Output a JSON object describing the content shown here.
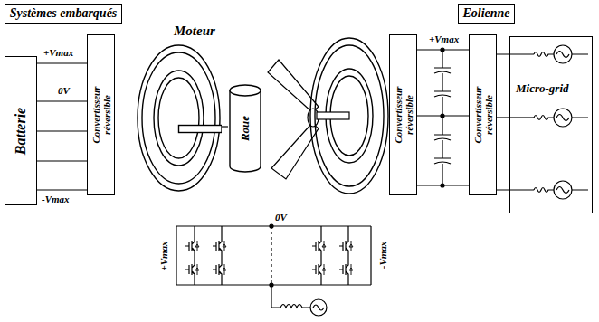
{
  "diagram": {
    "nodes": [
      {
        "text": [
          "Systèmes embarqués"
        ]
      },
      {
        "text": [
          "Eolienne"
        ]
      },
      {
        "text": [
          "Batterie"
        ]
      },
      {
        "text": [
          "Convertisseur réversible"
        ]
      },
      {
        "text": [
          "Moteur"
        ]
      },
      {
        "text": [
          "Roue"
        ]
      },
      {
        "text": [
          "Convertisseur réversible"
        ]
      },
      {
        "text": [
          "Convertisseur réversible"
        ]
      },
      {
        "text": [
          "Micro-grid"
        ]
      }
    ],
    "edges": [
      {
        "from": 2,
        "to": 3,
        "arrow": "none"
      },
      {
        "from": 4,
        "to": 5,
        "arrow": "none"
      },
      {
        "from": 6,
        "to": 7,
        "arrow": "none"
      },
      {
        "from": 7,
        "to": 8,
        "arrow": "none"
      }
    ],
    "labels": [
      "+Vmax",
      "0V",
      "-Vmax",
      "+Vmax",
      "+Vmax",
      "0V",
      "-Vmax"
    ]
  }
}
